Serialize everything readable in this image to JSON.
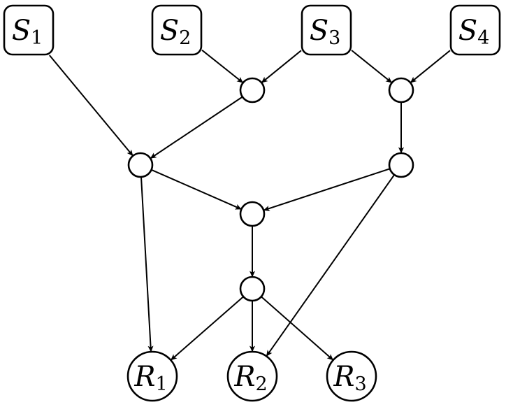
{
  "nodes": [
    {
      "id": "S1",
      "kind": "source",
      "label": "S",
      "sub": "1"
    },
    {
      "id": "S2",
      "kind": "source",
      "label": "S",
      "sub": "2"
    },
    {
      "id": "S3",
      "kind": "source",
      "label": "S",
      "sub": "3"
    },
    {
      "id": "S4",
      "kind": "source",
      "label": "S",
      "sub": "4"
    },
    {
      "id": "a",
      "kind": "relay"
    },
    {
      "id": "b",
      "kind": "relay"
    },
    {
      "id": "c",
      "kind": "relay"
    },
    {
      "id": "d",
      "kind": "relay"
    },
    {
      "id": "e",
      "kind": "relay"
    },
    {
      "id": "f",
      "kind": "relay"
    },
    {
      "id": "R1",
      "kind": "receiver",
      "label": "R",
      "sub": "1"
    },
    {
      "id": "R2",
      "kind": "receiver",
      "label": "R",
      "sub": "2"
    },
    {
      "id": "R3",
      "kind": "receiver",
      "label": "R",
      "sub": "3"
    }
  ],
  "edges": [
    {
      "from": "S2",
      "to": "a"
    },
    {
      "from": "S3",
      "to": "a"
    },
    {
      "from": "S3",
      "to": "b"
    },
    {
      "from": "S4",
      "to": "b"
    },
    {
      "from": "S1",
      "to": "c"
    },
    {
      "from": "a",
      "to": "c"
    },
    {
      "from": "b",
      "to": "d"
    },
    {
      "from": "c",
      "to": "e"
    },
    {
      "from": "d",
      "to": "e"
    },
    {
      "from": "e",
      "to": "f"
    },
    {
      "from": "c",
      "to": "R1"
    },
    {
      "from": "f",
      "to": "R1"
    },
    {
      "from": "f",
      "to": "R2"
    },
    {
      "from": "d",
      "to": "R2"
    },
    {
      "from": "f",
      "to": "R3"
    }
  ]
}
